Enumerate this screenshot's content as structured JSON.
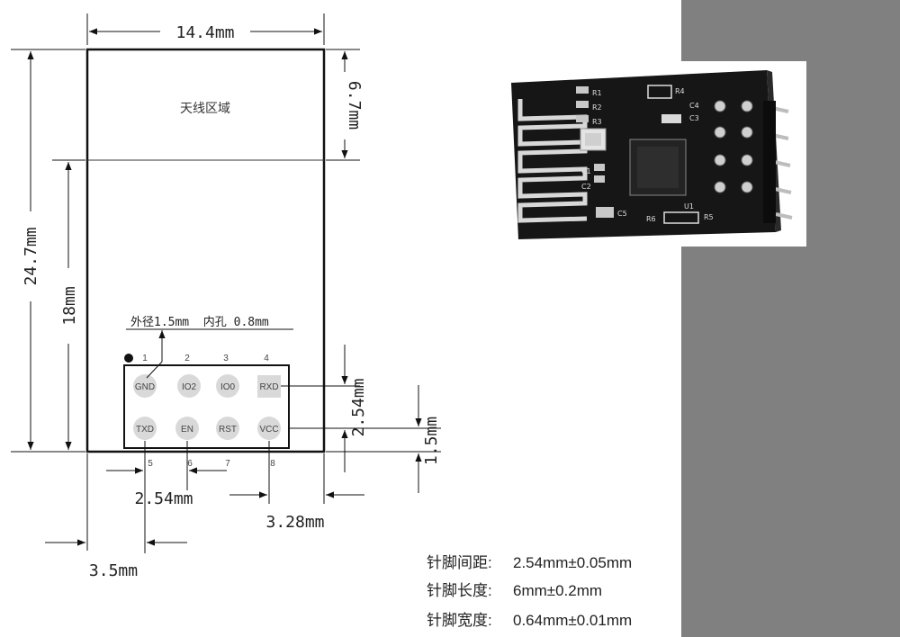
{
  "diagram": {
    "antenna_area_label": "天线区域",
    "dims": {
      "width": "14.4mm",
      "height": "24.7mm",
      "antenna_height": "6.7mm",
      "body_height": "18mm",
      "pin_pitch_h": "2.54mm",
      "pin_pitch_v": "2.54mm",
      "bottom_offset": "1.5mm",
      "right_offset": "3.28mm",
      "left_offset": "3.5mm"
    },
    "hole_note": "外径1.5mm  内孔 0.8mm",
    "pin_numbers_top": [
      "1",
      "2",
      "3",
      "4"
    ],
    "pin_numbers_bottom": [
      "5",
      "6",
      "7",
      "8"
    ],
    "pins_top": [
      "GND",
      "IO2",
      "IO0",
      "RXD"
    ],
    "pins_bottom": [
      "TXD",
      "EN",
      "RST",
      "VCC"
    ]
  },
  "specs": [
    {
      "label": "针脚间距:",
      "value": "2.54mm±0.05mm"
    },
    {
      "label": "针脚长度:",
      "value": "6mm±0.2mm"
    },
    {
      "label": "针脚宽度:",
      "value": "0.64mm±0.01mm"
    }
  ],
  "photo": {
    "silkscreen": [
      "R1",
      "R2",
      "R3",
      "R4",
      "R5",
      "R6",
      "C1",
      "C2",
      "C3",
      "C4",
      "C5",
      "U1"
    ]
  },
  "colors": {
    "panel_gray": "#808080",
    "pcb": "#161616",
    "pin": "#cfcfcf"
  }
}
